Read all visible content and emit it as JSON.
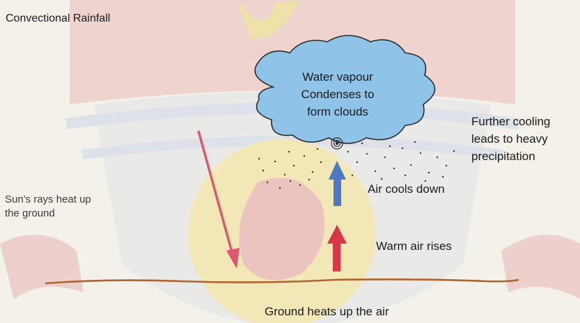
{
  "title": "Convectional Rainfall",
  "cloud_label": [
    "Water vapour",
    "Condenses to",
    "form clouds"
  ],
  "precipitation_label": [
    "Further cooling",
    "leads to heavy",
    "precipitation"
  ],
  "sun_label": [
    "Sun's rays heat up",
    "the ground"
  ],
  "air_cools_label": "Air cools down",
  "warm_air_label": "Warm air rises",
  "ground_label": "Ground heats up the air",
  "colors": {
    "background": "#f4f1ea",
    "cloud_fill": "#8fc3e8",
    "cloud_outline": "#2a2a2a",
    "sun_arrow": "#e0566e",
    "cool_arrow": "#4d78c4",
    "warm_arrow": "#d9364a",
    "ground_line": "#b0622a"
  }
}
